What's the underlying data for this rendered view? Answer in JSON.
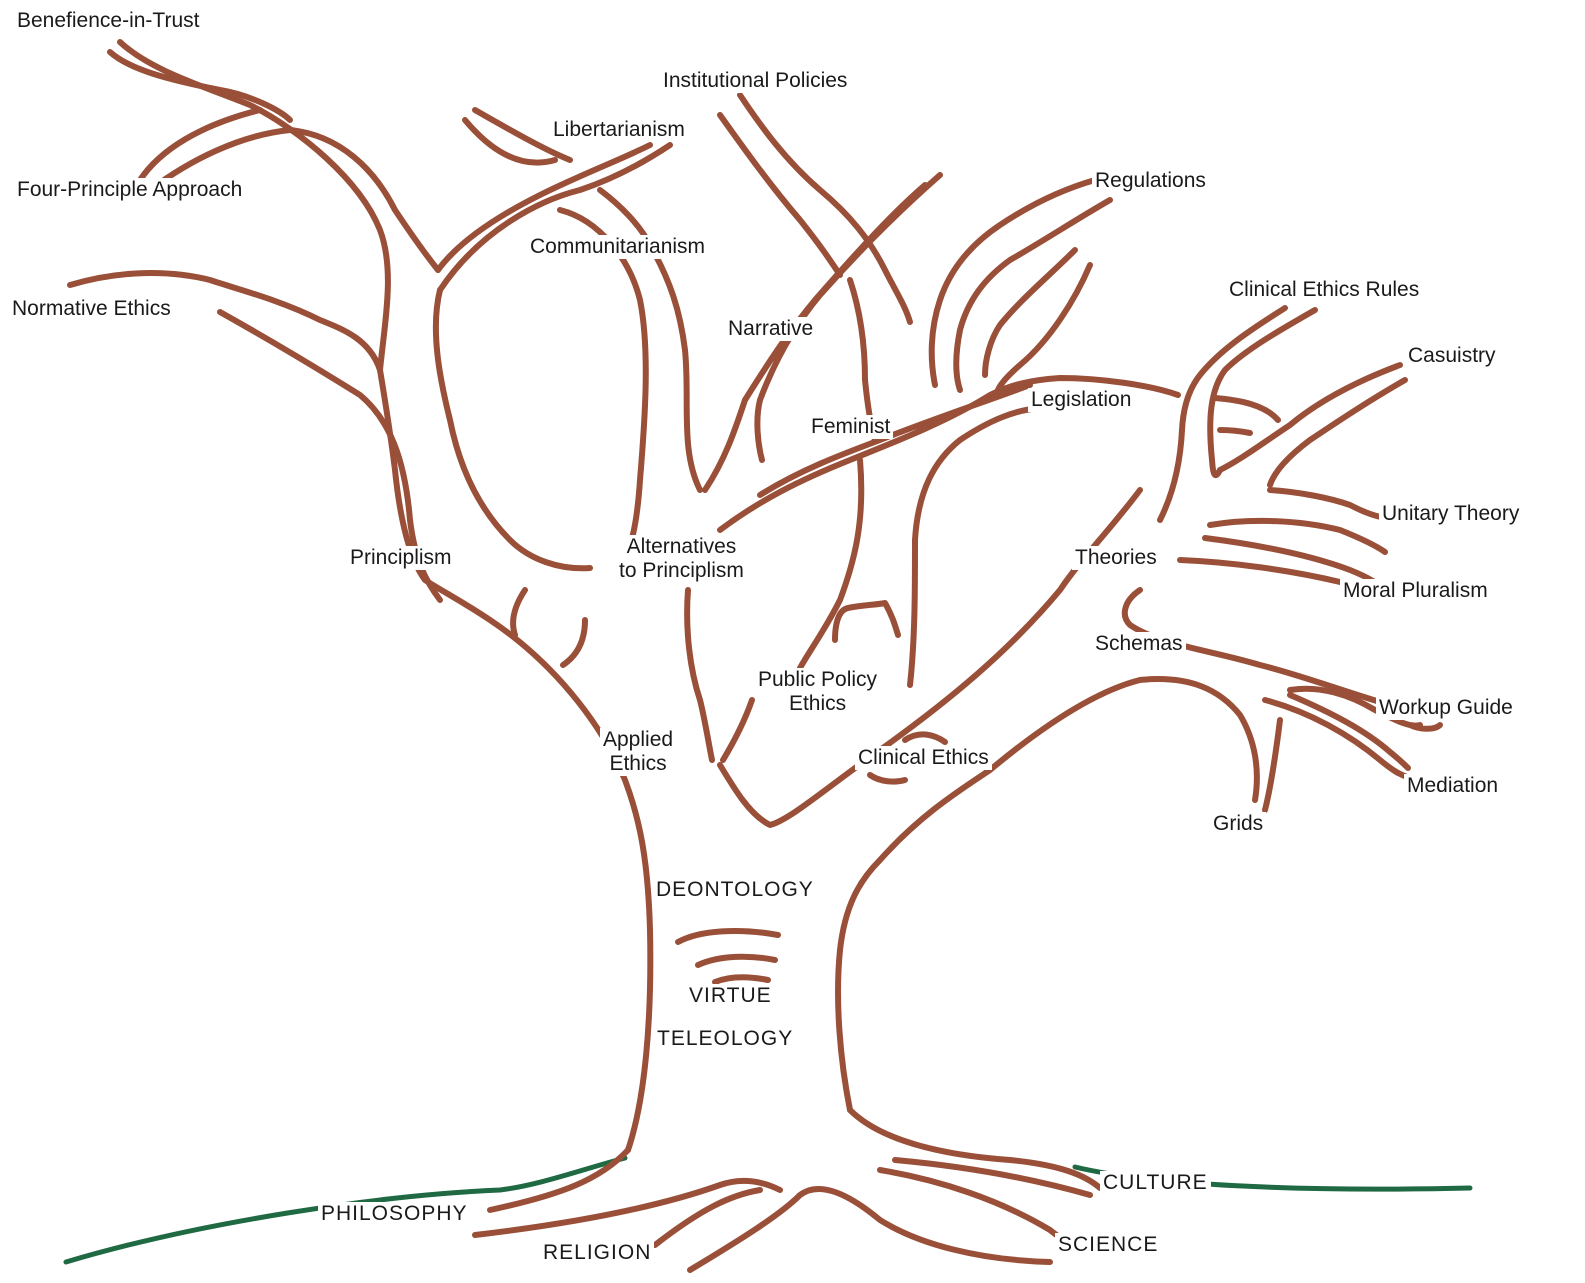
{
  "diagram": {
    "colors": {
      "branch": "#9a5038",
      "ground": "#1f6a43",
      "background": "#ffffff",
      "text": "#1a1a1a"
    },
    "labels": {
      "benefience_in_trust": "Benefience-in-Trust",
      "four_principle_approach": "Four-Principle Approach",
      "normative_ethics": "Normative Ethics",
      "libertarianism": "Libertarianism",
      "communitarianism": "Communitarianism",
      "institutional_policies": "Institutional Policies",
      "narrative": "Narrative",
      "feminist": "Feminist",
      "regulations": "Regulations",
      "legislation": "Legislation",
      "clinical_ethics_rules": "Clinical Ethics Rules",
      "casuistry": "Casuistry",
      "unitary_theory": "Unitary Theory",
      "theories": "Theories",
      "moral_pluralism": "Moral Pluralism",
      "schemas": "Schemas",
      "workup_guide": "Workup Guide",
      "mediation": "Mediation",
      "grids": "Grids",
      "principlism": "Principlism",
      "alternatives_line1": "Alternatives",
      "alternatives_line2": "to Principlism",
      "public_policy_line1": "Public Policy",
      "public_policy_line2": "Ethics",
      "applied_line1": "Applied",
      "applied_line2": "Ethics",
      "clinical_ethics": "Clinical Ethics",
      "deontology": "DEONTOLOGY",
      "virtue": "VIRTUE",
      "teleology": "TELEOLOGY",
      "philosophy": "PHILOSOPHY",
      "religion": "RELIGION",
      "culture": "CULTURE",
      "science": "SCIENCE"
    }
  }
}
